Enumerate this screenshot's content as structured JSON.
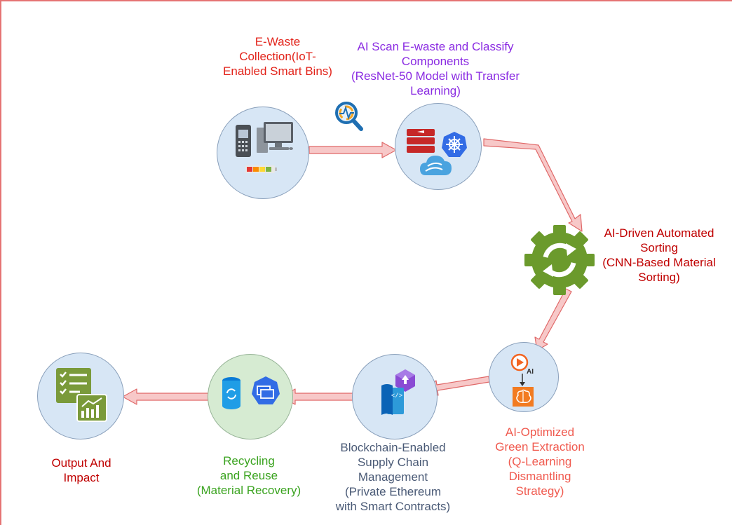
{
  "nodes": [
    {
      "key": "collection",
      "label": "E-Waste\nCollection(IoT-\nEnabled Smart Bins)"
    },
    {
      "key": "ai_scan",
      "label": "AI Scan E-waste and Classify\nComponents\n(ResNet-50 Model with Transfer\nLearning)"
    },
    {
      "key": "sorting",
      "label": "AI-Driven Automated\nSorting\n(CNN-Based Material\nSorting)"
    },
    {
      "key": "extraction",
      "label": "AI-Optimized\nGreen Extraction\n(Q-Learning\nDismantling\nStrategy)"
    },
    {
      "key": "blockchain",
      "label": "Blockchain-Enabled\nSupply Chain\nManagement\n(Private Ethereum\nwith Smart Contracts)"
    },
    {
      "key": "recycling",
      "label": "Recycling\nand Reuse\n(Material Recovery)"
    },
    {
      "key": "output",
      "label": "Output And\nImpact"
    }
  ],
  "icon_text": {
    "ai_badge": "AI"
  },
  "colors": {
    "arrow_fill": "#f7c8c8",
    "arrow_stroke": "#e06868",
    "frame_border": "#e57373",
    "node_blue": "#d7e6f5",
    "node_green": "#d6ebd2",
    "gear": "#6b9a2c"
  }
}
